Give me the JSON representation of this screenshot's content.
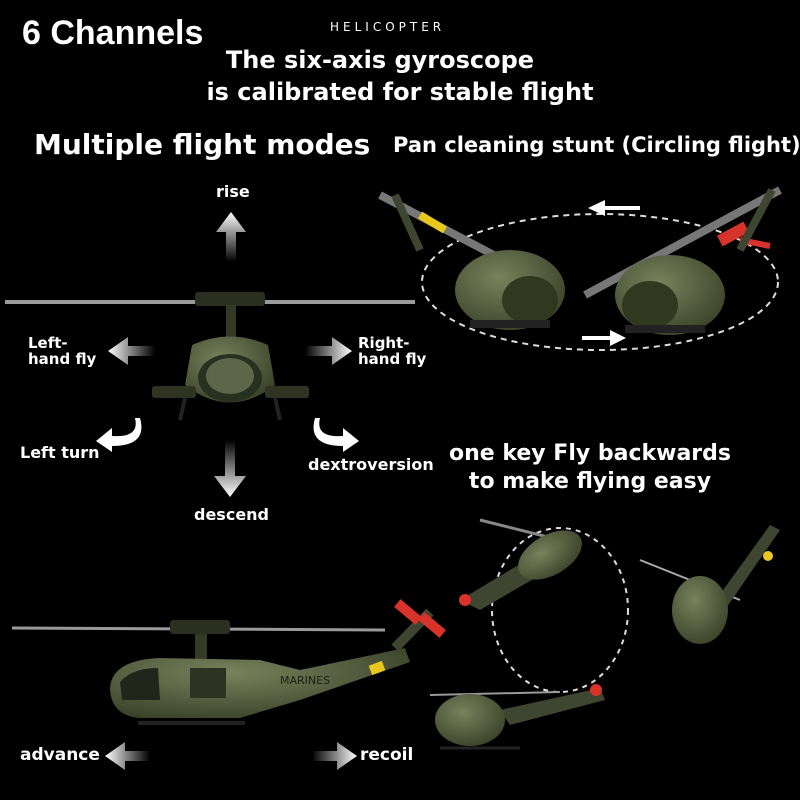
{
  "header": {
    "title": "6 Channels",
    "brand": "HELICOPTER",
    "gyro_line1": "The six-axis gyroscope",
    "gyro_line2": "is calibrated for stable flight"
  },
  "modes": {
    "heading": "Multiple flight modes",
    "rise": "rise",
    "left_hand_1": "Left-",
    "left_hand_2": "hand fly",
    "right_hand_1": "Right-",
    "right_hand_2": "hand fly",
    "left_turn": "Left turn",
    "dextroversion": "dextroversion",
    "descend": "descend"
  },
  "stunt": {
    "heading": "Pan cleaning stunt (Circling flight)"
  },
  "backwards": {
    "line1": "one key Fly backwards",
    "line2": "to make flying easy"
  },
  "side": {
    "advance": "advance",
    "recoil": "recoil",
    "tail_marking": "MARINES"
  },
  "colors": {
    "background": "#000000",
    "body": "#4a5236",
    "tail_tip": "#d7332a",
    "stripe": "#e8c81c"
  }
}
